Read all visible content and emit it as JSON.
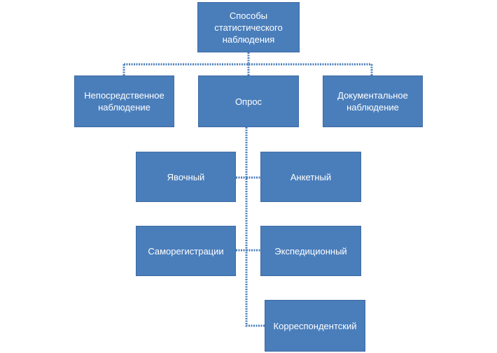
{
  "diagram": {
    "root": "Способы\nстатистического\nнаблюдения",
    "level1": {
      "left": "Непосредственное\nнаблюдение",
      "center": "Опрос",
      "right": "Документальное\nнаблюдение"
    },
    "survey_types": {
      "yavochny": "Явочный",
      "anketny": "Анкетный",
      "samoregistratsii": "Саморегистрации",
      "ekspeditsionny": "Экспедиционный",
      "korrespondentsky": "Корреспондентский"
    },
    "colors": {
      "node_fill": "#4a7ebb",
      "node_border": "#3d6aa3",
      "node_text": "#ffffff",
      "connector": "#4a7ebb"
    }
  }
}
